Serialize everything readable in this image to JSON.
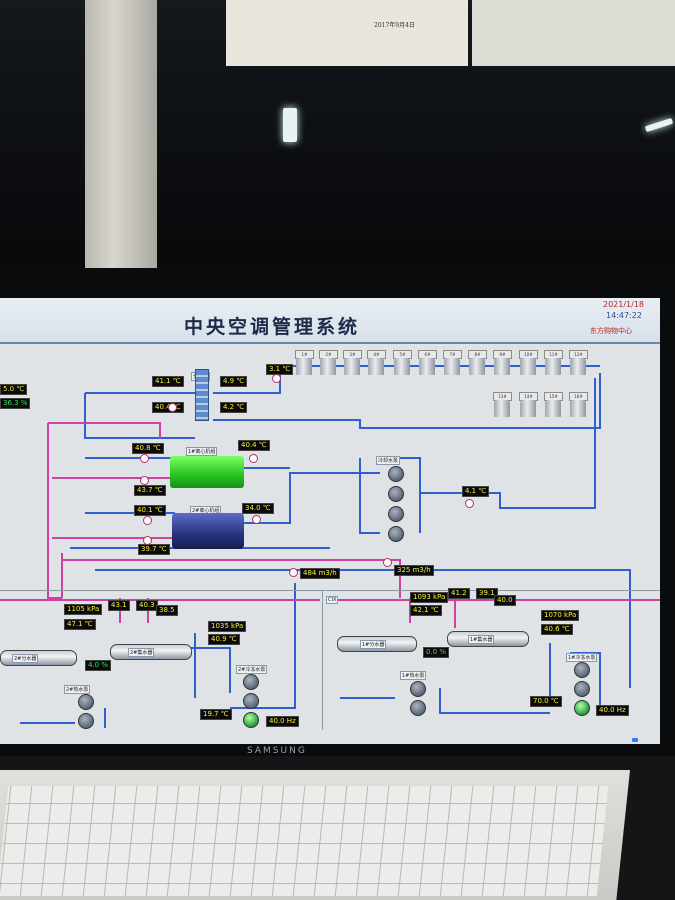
{
  "app": {
    "title": "中央空调管理系统",
    "date": "2021/1/18",
    "time": "14:47:22",
    "org": "东方购物中心"
  },
  "monitor": {
    "brand": "SAMSUNG"
  },
  "paper": {
    "note": "2017年9月4日"
  },
  "towers": {
    "row1": [
      "1#",
      "2#",
      "3#",
      "4#",
      "5#",
      "6#",
      "7#",
      "8#",
      "9#",
      "10#",
      "11#",
      "12#"
    ],
    "row2": [
      "13#",
      "14#",
      "15#",
      "16#"
    ]
  },
  "labels": {
    "sep_box": "分水器",
    "chiller1": "1#离心机组",
    "chiller2": "2#离心机组",
    "cw_pumps": "冷却水泵",
    "sec_panel": "CIX",
    "left_tank": "2#分水器",
    "left_header": "2#集水器",
    "left_pumps_a": "2#冷冻水泵",
    "left_pumps_b": "2#热水泵",
    "right_tank": "1#分水器",
    "right_header": "1#集水器",
    "right_pumps_a": "1#冷冻水泵",
    "right_pumps_b": "1#热水泵"
  },
  "readings": {
    "edge_temp": "5.0 ℃",
    "edge_pct": "36.3 %",
    "t1": "41.1 ℃",
    "t2": "4.9 ℃",
    "t3": "40.4 ℃",
    "t4": "4.2 ℃",
    "t_top": "3.1 ℃",
    "c1_in": "40.8 ℃",
    "c1_out": "40.4 ℃",
    "c1_low": "43.7 ℃",
    "c2_in": "40.1 ℃",
    "c2_out": "34.0 ℃",
    "c2_low": "39.7 ℃",
    "cw_temp": "4.1 ℃",
    "flow1": "484 m3/h",
    "flow2": "325 m3/h",
    "l_press": "1105 kPa",
    "l_temp": "47.1 ℃",
    "l_a": "43.1",
    "l_b": "40.3",
    "l_c": "38.5",
    "l_press2": "1035 kPa",
    "l_temp2": "40.9 ℃",
    "l_pct": "4.0 %",
    "l_temp3": "19.7 ℃",
    "l_hz": "40.0 Hz",
    "r_press": "1093 kPa",
    "r_temp": "42.1 ℃",
    "r_a": "41.2",
    "r_b": "39.1",
    "r_c": "40.0",
    "r_press2": "1070 kPa",
    "r_temp2": "40.6 ℃",
    "r_pct": "0.0 %",
    "r_temp3": "70.0 ℃",
    "r_hz": "40.0 Hz"
  }
}
